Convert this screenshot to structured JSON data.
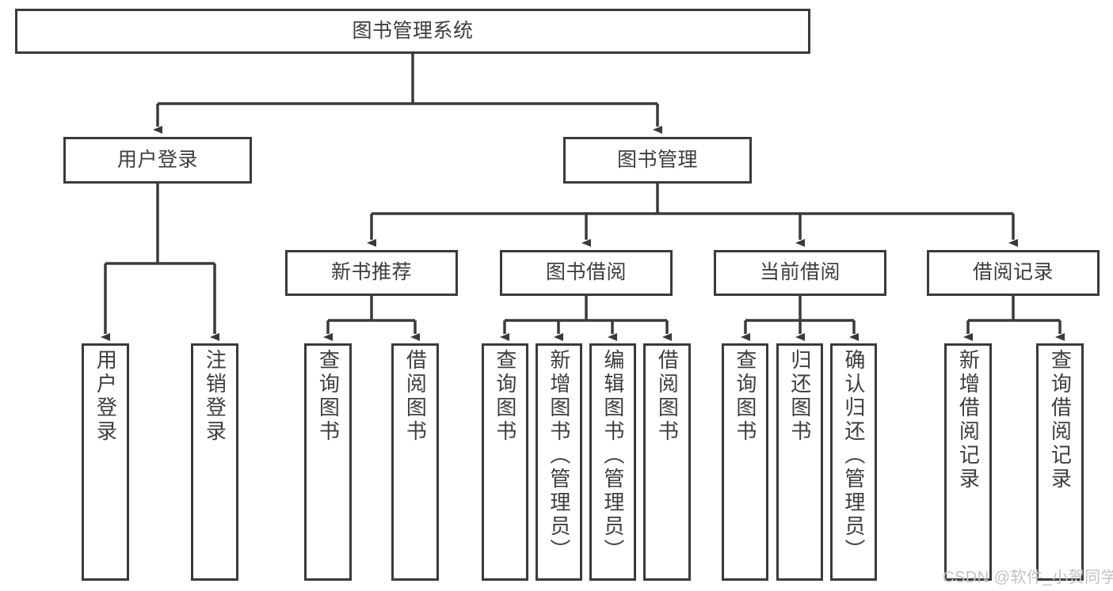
{
  "diagram": {
    "type": "tree",
    "title": "图书管理系统",
    "root": {
      "id": "root",
      "label": "图书管理系统"
    },
    "level2": [
      {
        "id": "user-login",
        "label": "用户登录"
      },
      {
        "id": "book-manage",
        "label": "图书管理"
      }
    ],
    "level3": [
      {
        "id": "new-book-recommend",
        "label": "新书推荐"
      },
      {
        "id": "book-borrow",
        "label": "图书借阅"
      },
      {
        "id": "current-borrow",
        "label": "当前借阅"
      },
      {
        "id": "borrow-record",
        "label": "借阅记录"
      }
    ],
    "leaves": {
      "user_login": [
        {
          "id": "leaf-user-login",
          "label": "用户登录"
        },
        {
          "id": "leaf-user-logout",
          "label": "注销登录"
        }
      ],
      "new_book_recommend": [
        {
          "id": "leaf-query-book-1",
          "label": "查询图书"
        },
        {
          "id": "leaf-borrow-book-1",
          "label": "借阅图书"
        }
      ],
      "book_borrow": [
        {
          "id": "leaf-query-book-2",
          "label": "查询图书"
        },
        {
          "id": "leaf-add-book",
          "label": "新增图书（管理员）"
        },
        {
          "id": "leaf-edit-book",
          "label": "编辑图书（管理员）"
        },
        {
          "id": "leaf-borrow-book-2",
          "label": "借阅图书"
        }
      ],
      "current_borrow": [
        {
          "id": "leaf-query-book-3",
          "label": "查询图书"
        },
        {
          "id": "leaf-return-book",
          "label": "归还图书"
        },
        {
          "id": "leaf-confirm-return",
          "label": "确认归还（管理员）"
        }
      ],
      "borrow_record": [
        {
          "id": "leaf-add-record",
          "label": "新增借阅记录"
        },
        {
          "id": "leaf-query-record",
          "label": "查询借阅记录"
        }
      ]
    }
  },
  "watermark": {
    "text": "CSDN @软件_小贺同学"
  },
  "colors": {
    "stroke": "#3a3a3a",
    "text": "#3d3d3d",
    "background": "#ffffff",
    "watermark": "#c2c2c2"
  }
}
